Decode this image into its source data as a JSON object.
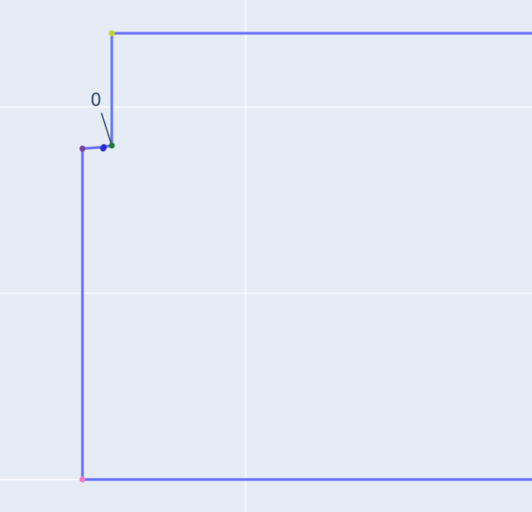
{
  "chart_data": {
    "type": "line",
    "title": "",
    "xlabel": "",
    "ylabel": "",
    "xlim": [
      0,
      1
    ],
    "ylim": [
      0,
      1
    ],
    "x_grid_values": [
      0.4618
    ],
    "y_grid_values": [
      0.0635,
      0.4272,
      0.791
    ],
    "line_color": "#636efa",
    "path": [
      {
        "x": 1.0,
        "y": 0.935
      },
      {
        "x": 0.2101,
        "y": 0.935
      },
      {
        "x": 0.2101,
        "y": 0.7159
      },
      {
        "x": 0.1952,
        "y": 0.7128
      },
      {
        "x": 0.155,
        "y": 0.7097
      },
      {
        "x": 0.155,
        "y": 0.0635
      },
      {
        "x": 1.0,
        "y": 0.0635
      }
    ],
    "markers": [
      {
        "x": 0.2101,
        "y": 0.935,
        "color": "#bcd42a"
      },
      {
        "x": 0.2101,
        "y": 0.7159,
        "color": "#1f7a3a"
      },
      {
        "x": 0.1952,
        "y": 0.7128,
        "color": "#2a2ad4"
      },
      {
        "x": 0.194,
        "y": 0.71,
        "color": "#2a2ad4"
      },
      {
        "x": 0.155,
        "y": 0.7097,
        "color": "#7b3fa0"
      },
      {
        "x": 0.155,
        "y": 0.0635,
        "color": "#f37ac7"
      }
    ],
    "annotation": {
      "text": "0",
      "x": 0.2101,
      "y": 0.7159,
      "text_color": "#2a3f5f"
    }
  }
}
